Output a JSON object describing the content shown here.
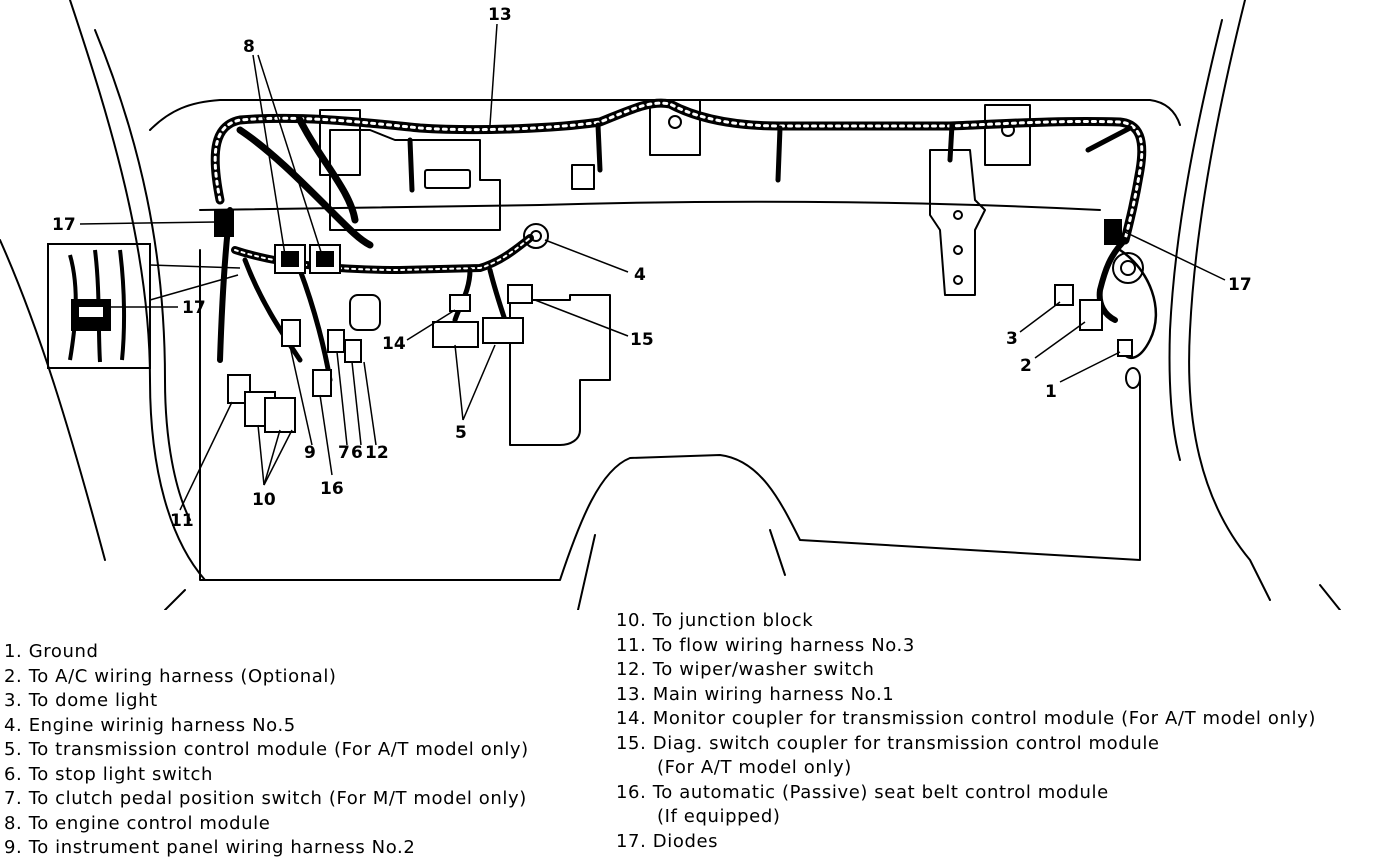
{
  "callouts": {
    "c1": "1",
    "c2": "2",
    "c3": "3",
    "c4": "4",
    "c5": "5",
    "c6": "6",
    "c7": "7",
    "c8": "8",
    "c9": "9",
    "c10": "10",
    "c11": "11",
    "c12": "12",
    "c13": "13",
    "c14": "14",
    "c15": "15",
    "c16": "16",
    "c17": "17"
  },
  "legend_left": [
    {
      "num": "1.",
      "text": "Ground"
    },
    {
      "num": "2.",
      "text": "To A/C wiring harness (Optional)"
    },
    {
      "num": "3.",
      "text": "To dome light"
    },
    {
      "num": "4.",
      "text": "Engine wirinig harness No.5"
    },
    {
      "num": "5.",
      "text": "To transmission control module (For A/T model only)"
    },
    {
      "num": "6.",
      "text": "To stop light switch"
    },
    {
      "num": "7.",
      "text": "To clutch pedal position switch (For M/T model only)"
    },
    {
      "num": "8.",
      "text": "To engine control module"
    },
    {
      "num": "9.",
      "text": "To instrument panel wiring harness No.2"
    }
  ],
  "legend_right": [
    {
      "num": "10.",
      "text": "To junction block"
    },
    {
      "num": "11.",
      "text": "To flow wiring harness No.3"
    },
    {
      "num": "12.",
      "text": "To wiper/washer switch"
    },
    {
      "num": "13.",
      "text": "Main wiring harness No.1"
    },
    {
      "num": "14.",
      "text": "Monitor coupler for transmission control module (For A/T model only)"
    },
    {
      "num": "15.",
      "text": "Diag. switch coupler for transmission control module",
      "cont": "(For A/T model only)"
    },
    {
      "num": "16.",
      "text": "To automatic (Passive) seat belt control module",
      "cont": "(If equipped)"
    },
    {
      "num": "17.",
      "text": "Diodes"
    }
  ]
}
